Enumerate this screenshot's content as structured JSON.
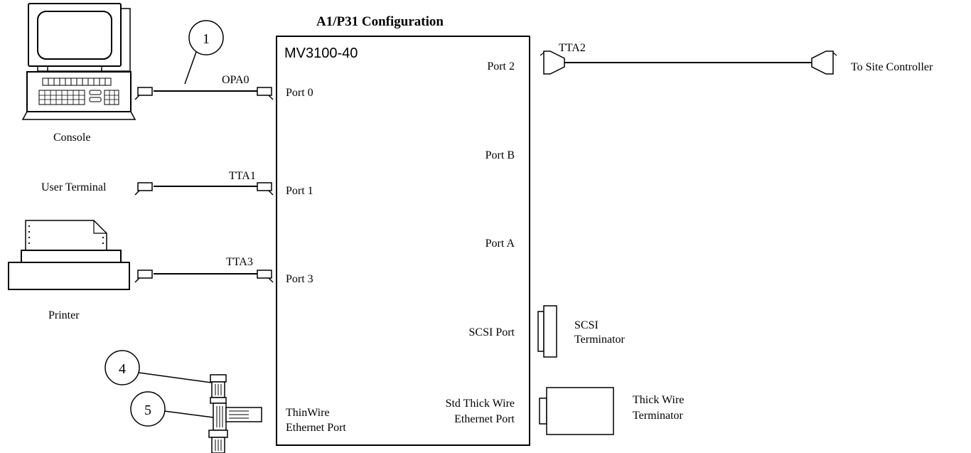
{
  "title": "A1/P31 Configuration",
  "device": {
    "model": "MV3100-40",
    "left_ports": [
      "Port 0",
      "Port 1",
      "Port 3"
    ],
    "right_ports": [
      "Port 2",
      "Port B",
      "Port A",
      "SCSI Port"
    ],
    "thinwire_port": [
      "ThinWire",
      "Ethernet Port"
    ],
    "thickwire_port": [
      "Std Thick Wire",
      "Ethernet Port"
    ]
  },
  "cables": {
    "console": "OPA0",
    "user_terminal": "TTA1",
    "printer": "TTA3",
    "site_controller": "TTA2"
  },
  "labels": {
    "console": "Console",
    "user_terminal": "User Terminal",
    "printer": "Printer",
    "site_controller": "To Site Controller",
    "scsi_terminator": [
      "SCSI",
      "Terminator"
    ],
    "thickwire_terminator": [
      "Thick Wire",
      "Terminator"
    ]
  },
  "callouts": [
    "1",
    "4",
    "5"
  ]
}
